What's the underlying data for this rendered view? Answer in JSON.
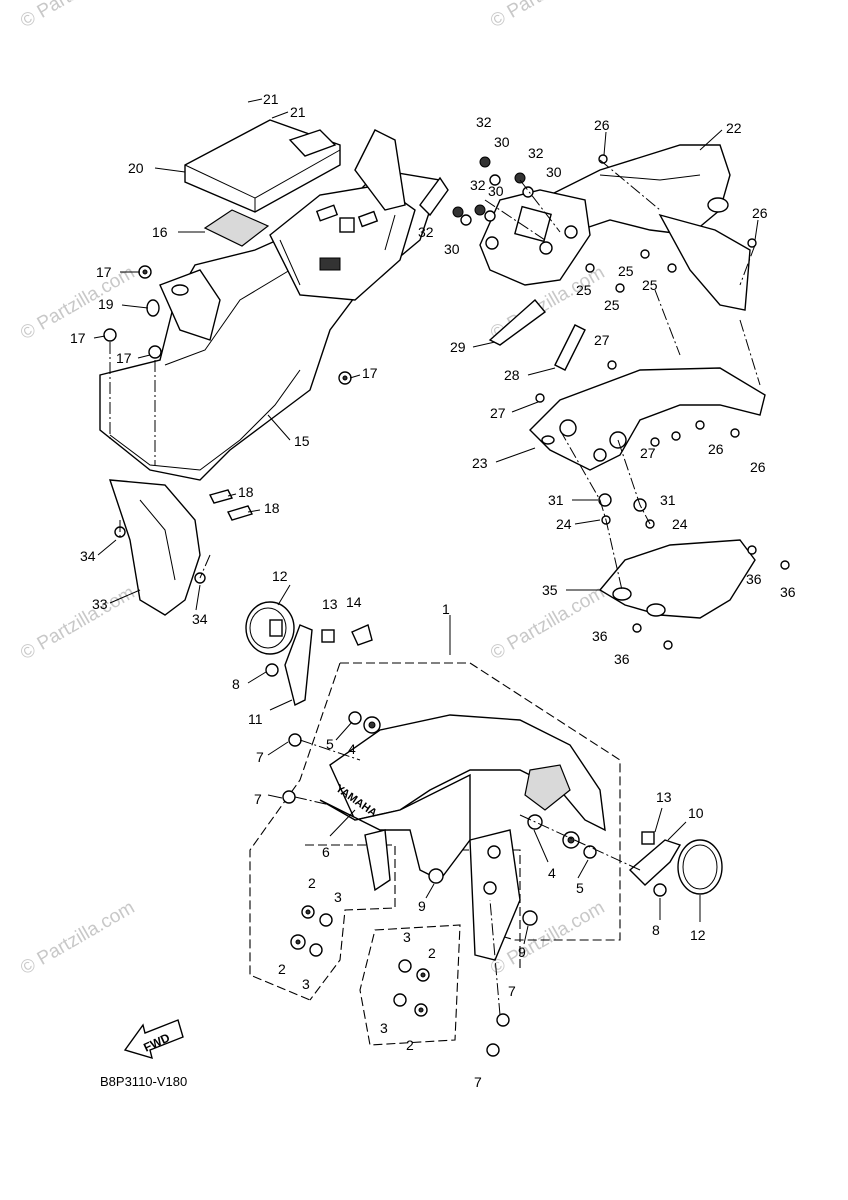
{
  "diagram_code": "B8P3110-V180",
  "fwd_arrow_text": "FWD",
  "brand_mark": "YAMAHA",
  "watermarks": [
    "© Partzilla.com",
    "© Partzilla.com",
    "© Partzilla.com",
    "© Partzilla.com",
    "© Partzilla.com",
    "© Partzilla.com",
    "© Partzilla.com",
    "© Partzilla.com"
  ],
  "callouts": [
    "21",
    "21",
    "20",
    "16",
    "17",
    "19",
    "17",
    "17",
    "17",
    "15",
    "18",
    "18",
    "34",
    "33",
    "34",
    "32",
    "30",
    "32",
    "30",
    "32",
    "30",
    "32",
    "30",
    "26",
    "22",
    "26",
    "25",
    "25",
    "25",
    "25",
    "29",
    "27",
    "28",
    "27",
    "23",
    "26",
    "27",
    "26",
    "31",
    "31",
    "24",
    "24",
    "35",
    "36",
    "36",
    "36",
    "36",
    "12",
    "13",
    "14",
    "1",
    "8",
    "11",
    "5",
    "4",
    "7",
    "7",
    "6",
    "9",
    "2",
    "3",
    "2",
    "3",
    "3",
    "2",
    "3",
    "2",
    "7",
    "7",
    "13",
    "10",
    "4",
    "5",
    "12",
    "8",
    "9"
  ]
}
